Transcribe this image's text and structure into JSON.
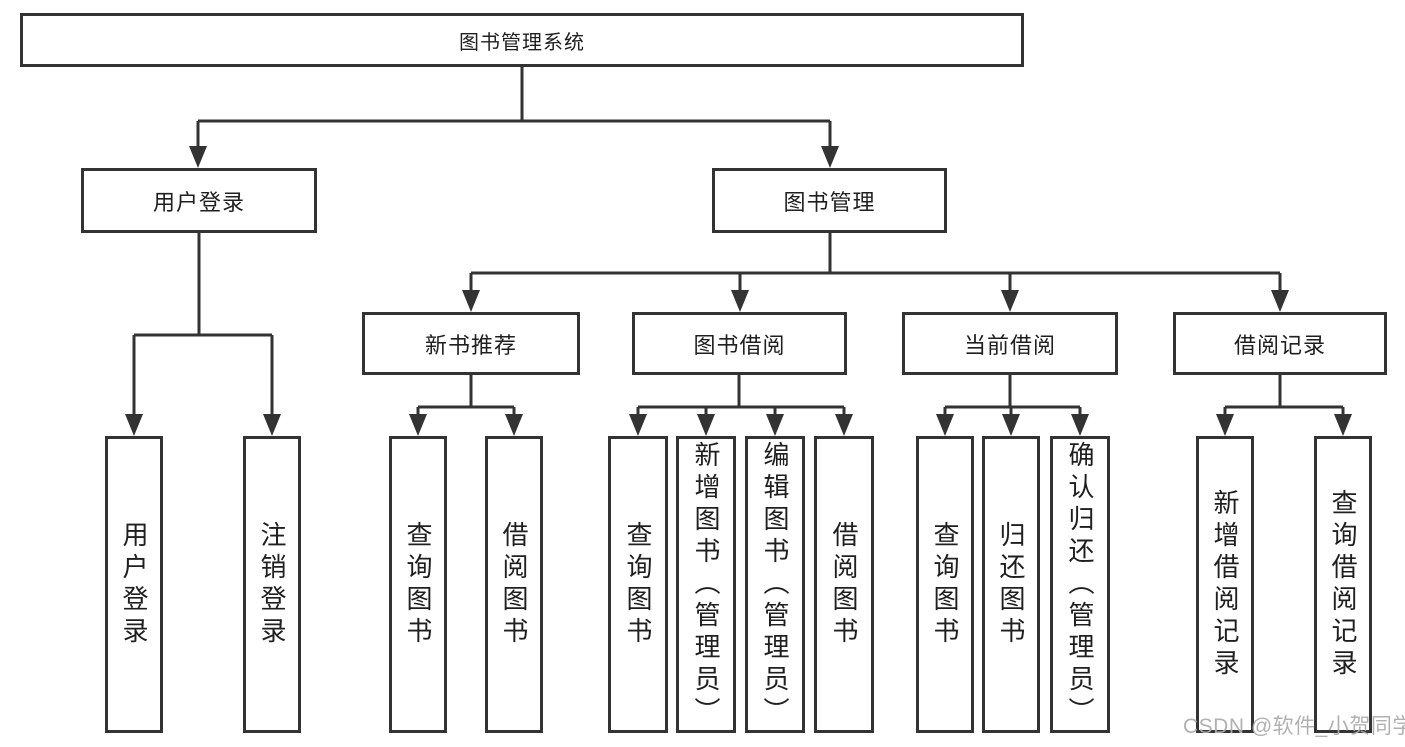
{
  "colors": {
    "line": "#333333",
    "text": "#1f1f1f",
    "box_fill": "#ffffff",
    "watermark": "#adadad",
    "background": "#ffffff"
  },
  "watermark": {
    "text": "CSDN @软件_小贺同学"
  },
  "diagram": {
    "root": {
      "label": "图书管理系统"
    },
    "level2": {
      "user_login": {
        "label": "用户登录"
      },
      "book_management": {
        "label": "图书管理"
      }
    },
    "level3": {
      "new_book_recommend": {
        "label": "新书推荐"
      },
      "book_borrow": {
        "label": "图书借阅"
      },
      "current_borrow": {
        "label": "当前借阅"
      },
      "borrow_records": {
        "label": "借阅记录"
      }
    },
    "leaves": {
      "user_login_child1": {
        "label": "用户登录"
      },
      "user_login_child2": {
        "label": "注销登录"
      },
      "new_book_child1": {
        "label": "查询图书"
      },
      "new_book_child2": {
        "label": "借阅图书"
      },
      "borrow_child1": {
        "label": "查询图书"
      },
      "borrow_child2": {
        "label": "新增图书（管理员）"
      },
      "borrow_child3": {
        "label": "编辑图书（管理员）"
      },
      "borrow_child4": {
        "label": "借阅图书"
      },
      "current_child1": {
        "label": "查询图书"
      },
      "current_child2": {
        "label": "归还图书"
      },
      "current_child3": {
        "label": "确认归还（管理员）"
      },
      "records_child1": {
        "label": "新增借阅记录"
      },
      "records_child2": {
        "label": "查询借阅记录"
      }
    }
  }
}
